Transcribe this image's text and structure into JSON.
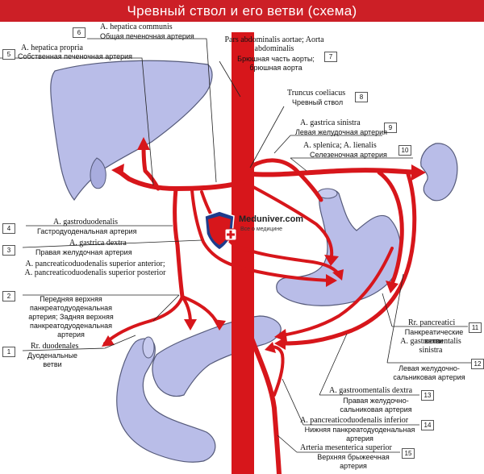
{
  "title": "Чревный ствол и его ветви (схема)",
  "watermark": {
    "name": "Meduniver.com",
    "tagline": "Все о медицине"
  },
  "colors": {
    "artery": "#d7161b",
    "organ": "#b9bde8",
    "organ_stroke": "#555a7a",
    "title_bg": "#cc1f26"
  },
  "labels": [
    {
      "num": "1",
      "latin": "Rr. duodenales",
      "russian": "Дуоденальные ветви"
    },
    {
      "num": "2",
      "latin": "A. pancreaticoduodenalis superior anterior; A. pancreaticoduodenalis superior posterior",
      "russian": "Передняя верхняя панкреатодуоденальная артерия; Задняя верхняя панкреатодуоденальная артерия"
    },
    {
      "num": "3",
      "latin": "A. gastrica dextra",
      "russian": "Правая желудочная артерия"
    },
    {
      "num": "4",
      "latin": "A. gastroduodenalis",
      "russian": "Гастродуоденальная артерия"
    },
    {
      "num": "5",
      "latin": "A. hepatica propria",
      "russian": "Собственная печеночная артерия"
    },
    {
      "num": "6",
      "latin": "A. hepatica communis",
      "russian": "Общая печеночная артерия"
    },
    {
      "num": "7",
      "latin": "Pars abdominalis aortae; Aorta abdominalis",
      "russian": "Брюшная часть аорты; брюшная аорта"
    },
    {
      "num": "8",
      "latin": "Truncus coeliacus",
      "russian": "Чревный ствол"
    },
    {
      "num": "9",
      "latin": "A. gastrica sinistra",
      "russian": "Левая желудочная артерия"
    },
    {
      "num": "10",
      "latin": "A. splenica; A. lienalis",
      "russian": "Селезеночная артерия"
    },
    {
      "num": "11",
      "latin": "Rr. pancreatici",
      "russian": "Панкреатические ветви"
    },
    {
      "num": "12",
      "latin": "A. gastroomentalis sinistra",
      "russian": "Левая желудочно-сальниковая артерия"
    },
    {
      "num": "13",
      "latin": "A. gastroomentalis dextra",
      "russian": "Правая желудочно-сальниковая артерия"
    },
    {
      "num": "14",
      "latin": "A. pancreaticoduodenalis inferior",
      "russian": "Нижняя панкреатодуоденальная артерия"
    },
    {
      "num": "15",
      "latin": "Arteria mesenterica superior",
      "russian": "Верхняя брыжеечная артерия"
    }
  ]
}
